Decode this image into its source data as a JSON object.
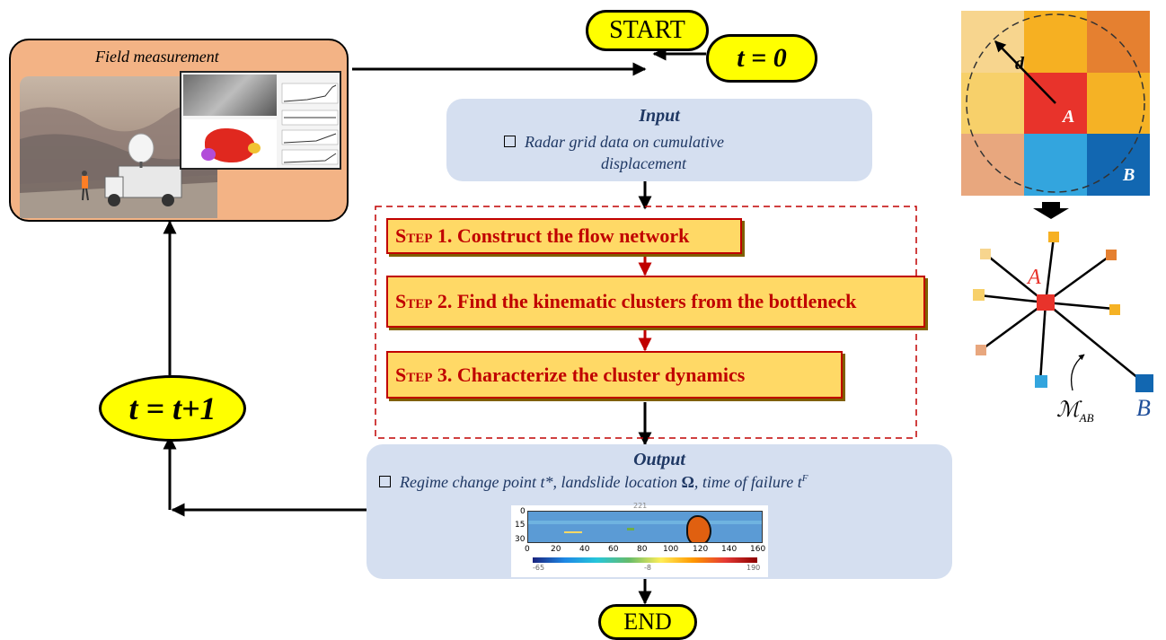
{
  "start": {
    "label": "START"
  },
  "t0": {
    "label": "t = 0"
  },
  "tinc": {
    "label": "t = t+1"
  },
  "end": {
    "label": "END"
  },
  "field": {
    "title": "Field measurement",
    "screen_titles": [
      "Radar",
      "Single Point Measurements",
      "Cumulative Deformation",
      "Amplitude",
      "Range",
      "Information Amplitude Map"
    ]
  },
  "input": {
    "title": "Input",
    "line1": "Radar grid data on cumulative",
    "line2": "displacement"
  },
  "steps": [
    {
      "prefix": "Step 1.",
      "text": " Construct the flow network"
    },
    {
      "prefix": "Step 2.",
      "text": " Find the kinematic clusters from the bottleneck"
    },
    {
      "prefix": "Step 3.",
      "text": " Characterize the cluster dynamics"
    }
  ],
  "output": {
    "title": "Output",
    "item": {
      "a": "Regime change point t*",
      "b": ", landslide location ",
      "omega": "Ω",
      "c": ", time of failure ",
      "t": "t",
      "sup": "F"
    },
    "heatmap": {
      "y_ticks": [
        "0",
        "15",
        "30"
      ],
      "x_ticks": [
        "0",
        "20",
        "40",
        "60",
        "80",
        "100",
        "120",
        "140",
        "160"
      ],
      "colorbar_min": "-65",
      "colorbar_mid": "-8",
      "colorbar_max": "190",
      "top_label": "221"
    }
  },
  "grid": {
    "label_d": "d",
    "label_A": "A",
    "label_B": "B",
    "colors": [
      "#f7d58e",
      "#f6b022",
      "#e58030",
      "#f7d06a",
      "#e8332b",
      "#f5b225",
      "#e8a77e",
      "#33a5de",
      "#1267b1"
    ]
  },
  "network": {
    "label_A": "A",
    "label_B": "B",
    "label_M": "ℳ",
    "label_M_sub": "AB"
  }
}
